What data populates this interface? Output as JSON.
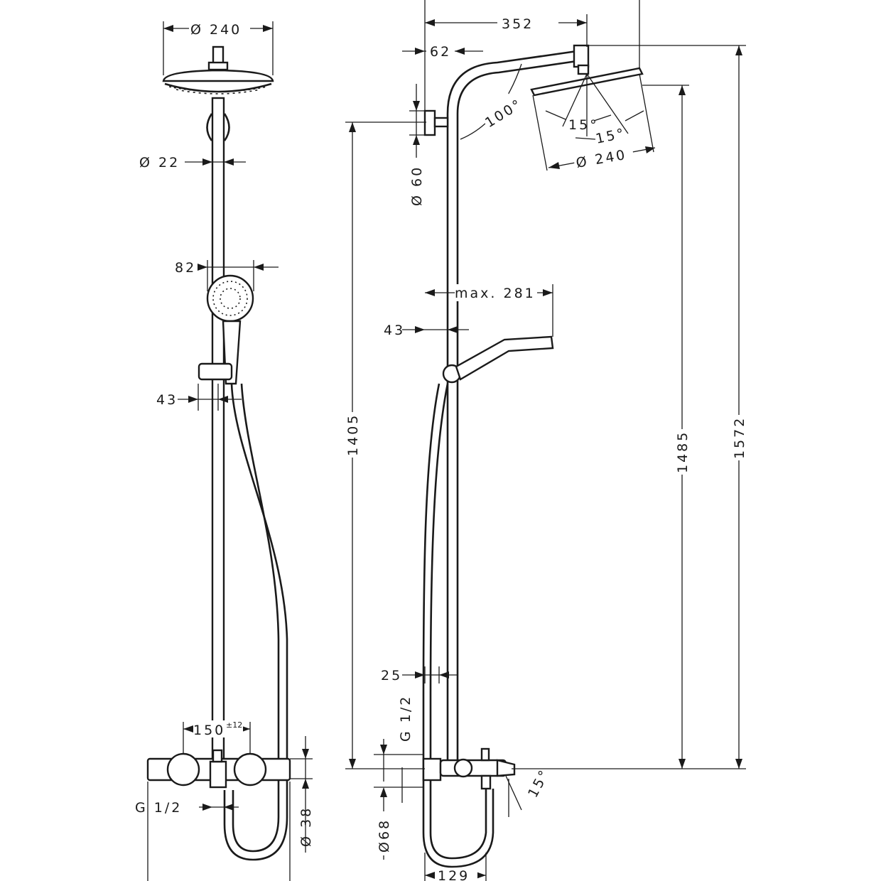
{
  "colors": {
    "ink": "#1a1a1a",
    "paper": "#ffffff"
  },
  "front": {
    "head_diameter": "Ø 240",
    "pipe_diameter": "Ø 22",
    "handshower_width": "82",
    "holder_offset": "43",
    "mixer_spacing": "150",
    "mixer_spacing_tol": "±12",
    "inlet_thread": "G 1/2",
    "mixer_diameter": "Ø 38"
  },
  "side": {
    "arm_reach": "352",
    "arm_offset": "62",
    "arm_angle": "100°",
    "bracket_diameter": "Ø 60",
    "spray_angle_1": "15°",
    "spray_angle_2": "15°",
    "head_diameter": "Ø 240",
    "handshower_max": "max. 281",
    "holder_offset": "43",
    "height_1405": "1405",
    "height_1485": "1485",
    "height_1572": "1572",
    "hose_offset": "25",
    "inlet_thread": "G 1/2",
    "flange_diameter": "Ø68",
    "spout_angle": "15°",
    "spout_depth": "129"
  }
}
